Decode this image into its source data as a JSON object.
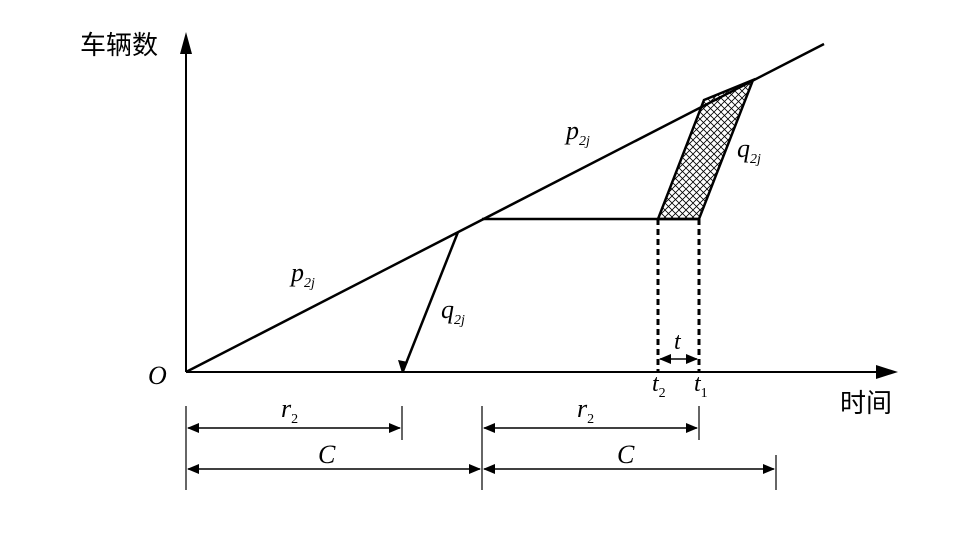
{
  "axes": {
    "y_label": "车辆数",
    "x_label": "时间",
    "origin": "O"
  },
  "lines": {
    "arrival_1": {
      "sym": "p",
      "sub": "2j"
    },
    "arrival_2": {
      "sym": "p",
      "sub": "2j"
    },
    "departure_1": {
      "sym": "q",
      "sub": "2j"
    },
    "departure_2": {
      "sym": "q",
      "sub": "2j"
    }
  },
  "time_marks": {
    "t2": {
      "sym": "t",
      "sub": "2"
    },
    "t1": {
      "sym": "t",
      "sub": "1"
    },
    "interval": "t"
  },
  "dimensions": {
    "red_1": {
      "sym": "r",
      "sub": "2"
    },
    "red_2": {
      "sym": "r",
      "sub": "2"
    },
    "cycle_1": "C",
    "cycle_2": "C"
  },
  "colors": {
    "ink": "#000000",
    "background": "#ffffff"
  }
}
